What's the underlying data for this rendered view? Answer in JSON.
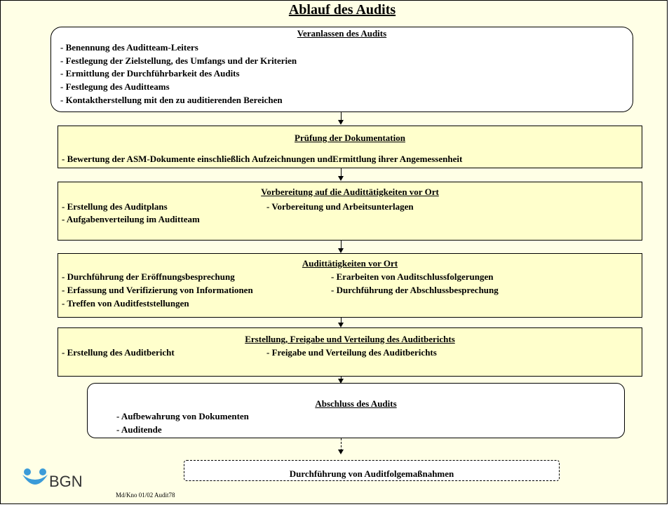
{
  "title": "Ablauf des Audits",
  "steps": [
    {
      "heading": "Veranlassen des Audits",
      "items": [
        "- Benennung des Auditteam-Leiters",
        "- Festlegung der Zielstellung, des Umfangs und der Kriterien",
        "- Ermittlung der Durchführbarkeit des Audits",
        "- Festlegung des Auditteams",
        "- Kontaktherstellung mit den zu auditierenden Bereichen"
      ]
    },
    {
      "heading": "Prüfung der Dokumentation",
      "items": [
        "- Bewertung der ASM-Dokumente einschließlich Aufzeichnungen undErmittlung ihrer Angemessenheit"
      ]
    },
    {
      "heading": "Vorbereitung auf die Audittätigkeiten vor Ort",
      "items": [
        "- Erstellung des Auditplans",
        "- Vorbereitung und Arbeitsunterlagen",
        "- Aufgabenverteilung im Auditteam"
      ]
    },
    {
      "heading": "Audittätigkeiten vor Ort",
      "items": [
        "- Durchführung der Eröffnungsbesprechung",
        "- Erarbeiten von Auditschlussfolgerungen",
        "- Erfassung und Verifizierung von Informationen",
        "- Durchführung der Abschlussbesprechung",
        "- Treffen von Auditfeststellungen"
      ]
    },
    {
      "heading": "Erstellung, Freigabe und Verteilung des Auditberichts",
      "items": [
        "- Erstellung des Auditbericht",
        "- Freigabe und Verteilung des Auditberichts"
      ]
    },
    {
      "heading": "Abschluss des Audits",
      "items": [
        "- Aufbewahrung von Dokumenten",
        "- Auditende"
      ]
    },
    {
      "heading": "Durchführung von Auditfolgemaßnahmen",
      "items": []
    }
  ],
  "logo": {
    "text": "BGN",
    "icon": "bgn-logo-icon",
    "color": "#3B9BD8"
  },
  "footer": "Md/Kno 01/02 Audit78"
}
